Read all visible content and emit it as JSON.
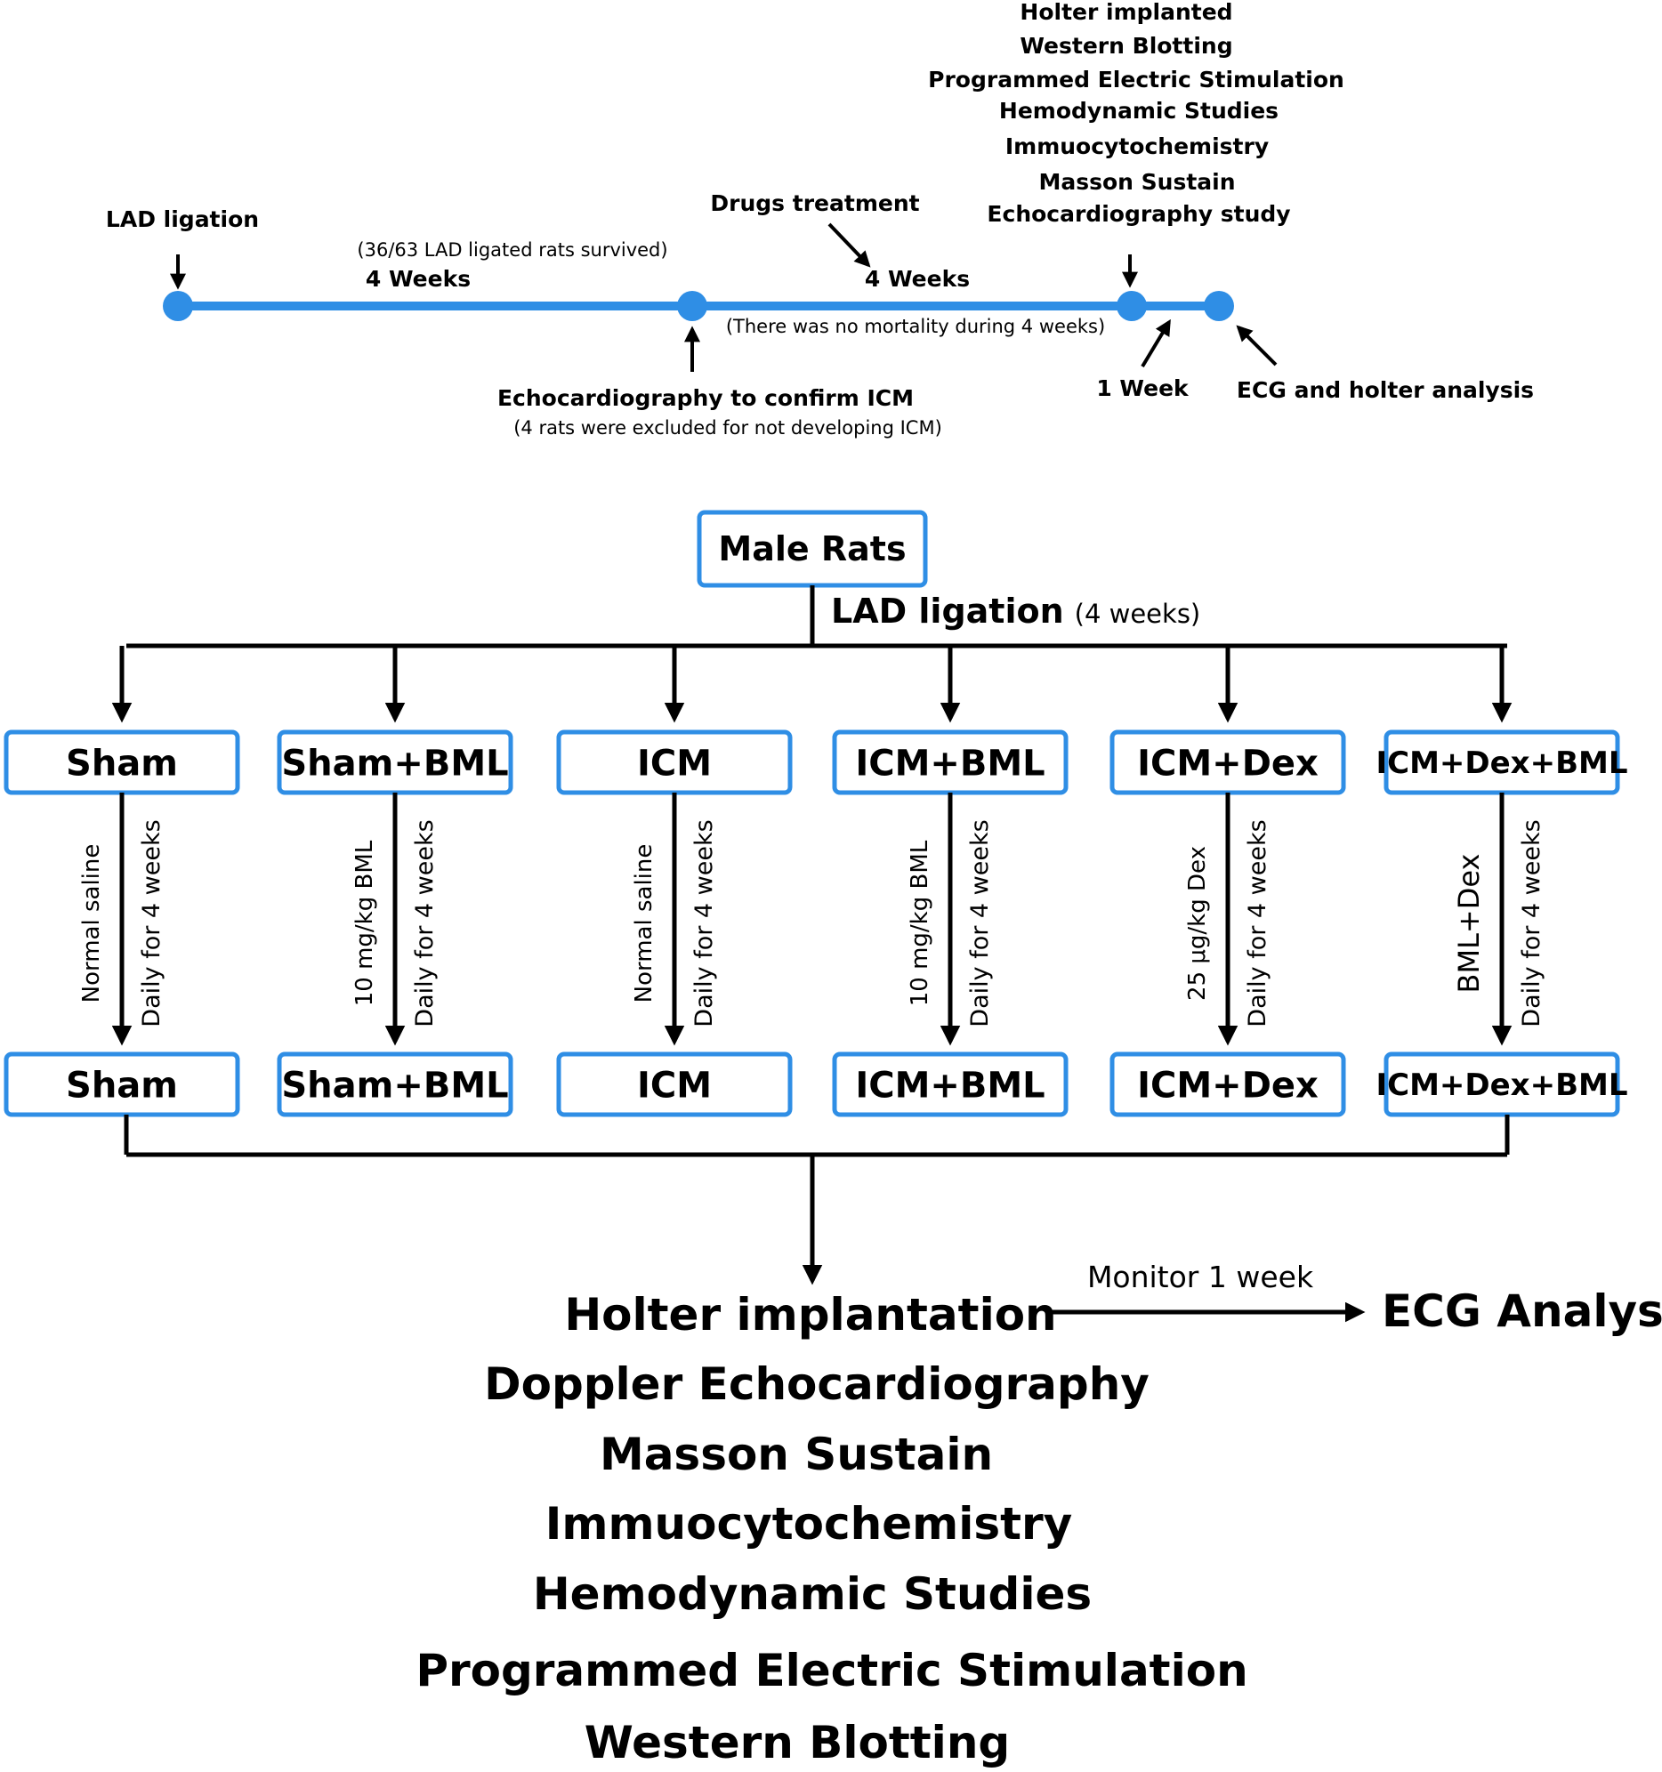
{
  "timeline": {
    "lad_ligation": "LAD ligation",
    "survived_note": "(36/63 LAD ligated rats survived)",
    "weeks_1": "4 Weeks",
    "drugs_treatment": "Drugs treatment",
    "weeks_2": "4 Weeks",
    "no_mortality": "(There was no mortality during 4 weeks)",
    "echo_confirm": "Echocardiography to confirm ICM",
    "excluded_note": "(4 rats were excluded for not developing ICM)",
    "one_week": "1 Week",
    "ecg_holter": "ECG and holter analysis",
    "endpoint_list": [
      "Holter implanted",
      "Western Blotting",
      "Programmed Electric Stimulation",
      "Hemodynamic Studies",
      "Immuocytochemistry",
      "Masson Sustain",
      "Echocardiography study"
    ]
  },
  "flow": {
    "root": "Male Rats",
    "lad_label": "LAD ligation",
    "lad_duration": "(4 weeks)",
    "groups": [
      {
        "name": "Sham",
        "treatment": "Normal saline",
        "schedule": "Daily for 4 weeks"
      },
      {
        "name": "Sham+BML",
        "treatment": "10 mg/kg BML",
        "schedule": "Daily for 4 weeks"
      },
      {
        "name": "ICM",
        "treatment": "Normal saline",
        "schedule": "Daily for 4 weeks"
      },
      {
        "name": "ICM+BML",
        "treatment": "10 mg/kg BML",
        "schedule": "Daily for 4 weeks"
      },
      {
        "name": "ICM+Dex",
        "treatment": "25 μg/kg Dex",
        "schedule": "Daily for 4 weeks"
      },
      {
        "name": "ICM+Dex+BML",
        "treatment": "BML+Dex",
        "schedule": "Daily for 4 weeks"
      }
    ],
    "monitor": "Monitor 1 week",
    "ecg_analysis": "ECG Analysis",
    "outcomes": [
      "Holter implantation",
      "Doppler Echocardiography",
      "Masson Sustain",
      "Immuocytochemistry",
      "Hemodynamic Studies",
      "Programmed Electric Stimulation",
      "Western Blotting"
    ]
  }
}
